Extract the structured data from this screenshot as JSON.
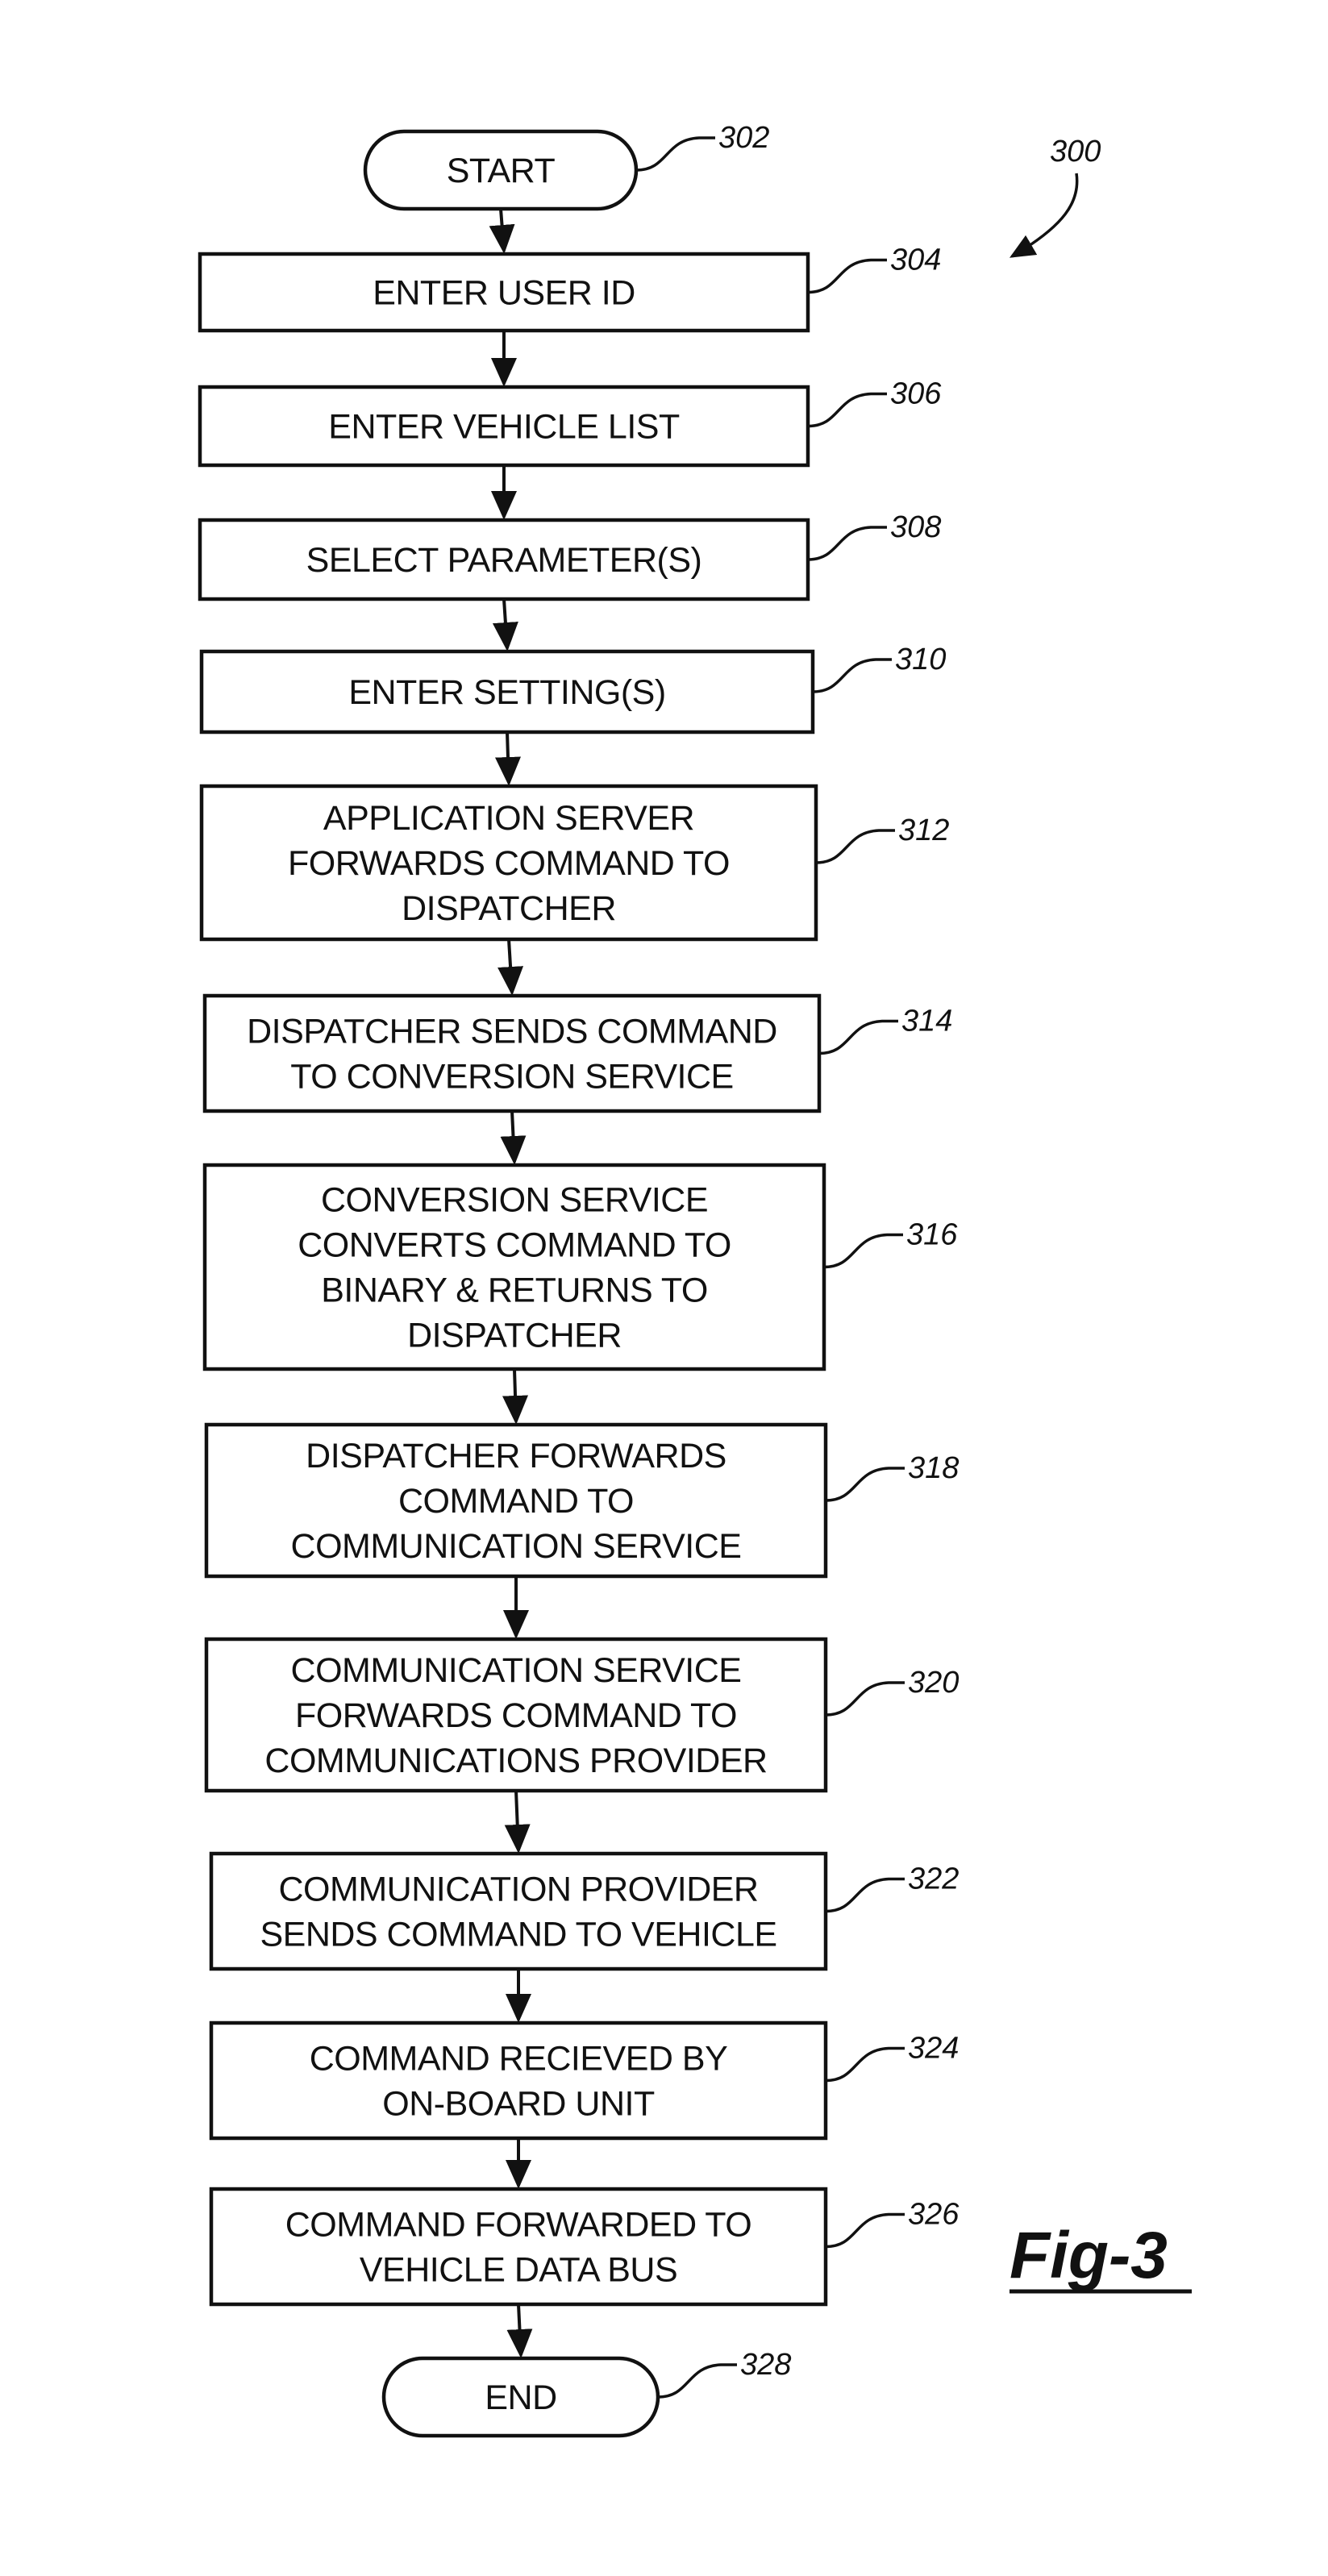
{
  "figure_ref": "300",
  "figure_label": "Fig-3",
  "steps": [
    {
      "ref": "302",
      "shape": "terminal",
      "lines": [
        "START"
      ]
    },
    {
      "ref": "304",
      "shape": "process",
      "lines": [
        "ENTER USER ID"
      ]
    },
    {
      "ref": "306",
      "shape": "process",
      "lines": [
        "ENTER VEHICLE LIST"
      ]
    },
    {
      "ref": "308",
      "shape": "process",
      "lines": [
        "SELECT PARAMETER(S)"
      ]
    },
    {
      "ref": "310",
      "shape": "process",
      "lines": [
        "ENTER SETTING(S)"
      ]
    },
    {
      "ref": "312",
      "shape": "process",
      "lines": [
        "APPLICATION SERVER",
        "FORWARDS COMMAND TO",
        "DISPATCHER"
      ]
    },
    {
      "ref": "314",
      "shape": "process",
      "lines": [
        "DISPATCHER SENDS COMMAND",
        "TO CONVERSION SERVICE"
      ]
    },
    {
      "ref": "316",
      "shape": "process",
      "lines": [
        "CONVERSION SERVICE",
        "CONVERTS COMMAND TO",
        "BINARY & RETURNS TO",
        "DISPATCHER"
      ]
    },
    {
      "ref": "318",
      "shape": "process",
      "lines": [
        "DISPATCHER FORWARDS",
        "COMMAND TO",
        "COMMUNICATION SERVICE"
      ]
    },
    {
      "ref": "320",
      "shape": "process",
      "lines": [
        "COMMUNICATION SERVICE",
        "FORWARDS COMMAND TO",
        "COMMUNICATIONS PROVIDER"
      ]
    },
    {
      "ref": "322",
      "shape": "process",
      "lines": [
        "COMMUNICATION PROVIDER",
        "SENDS COMMAND TO VEHICLE"
      ]
    },
    {
      "ref": "324",
      "shape": "process",
      "lines": [
        "COMMAND RECIEVED BY",
        "ON-BOARD UNIT"
      ]
    },
    {
      "ref": "326",
      "shape": "process",
      "lines": [
        "COMMAND FORWARDED TO",
        "VEHICLE DATA BUS"
      ]
    },
    {
      "ref": "328",
      "shape": "terminal",
      "lines": [
        "END"
      ]
    }
  ]
}
